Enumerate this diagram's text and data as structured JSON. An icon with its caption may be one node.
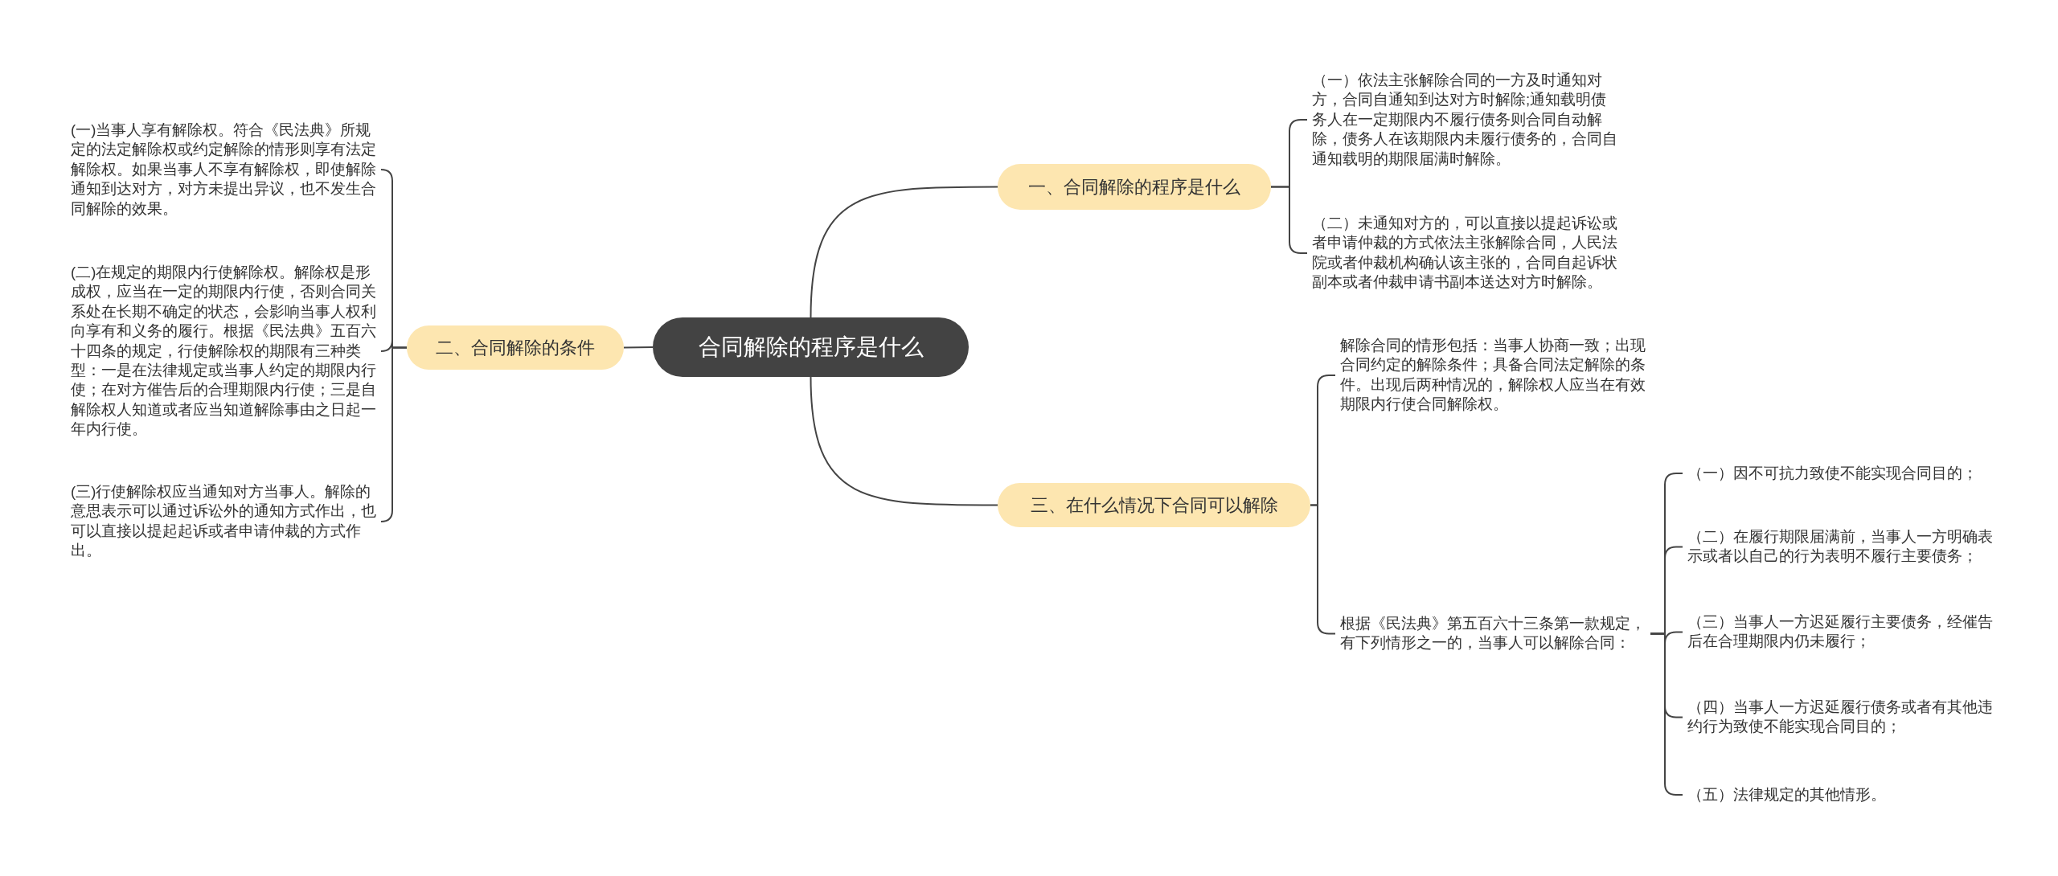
{
  "diagram": {
    "nodes": [
      {
        "text": [
          "合同解除的程序是什么"
        ]
      },
      {
        "text": [
          "一、合同解除的程序是什么"
        ]
      },
      {
        "text": [
          "（一）依法主张解除合同的一方及时通知对方，合同自通知到达对方时解除;通知载明债务人在一定期限内不履行债务则合同自动解除，债务人在该期限内未履行债务的，合同自通知载明的期限届满时解除。"
        ]
      },
      {
        "text": [
          "（二）未通知对方的，可以直接以提起诉讼或者申请仲裁的方式依法主张解除合同，人民法院或者仲裁机构确认该主张的，合同自起诉状副本或者仲裁申请书副本送达对方时解除。"
        ]
      },
      {
        "text": [
          "二、合同解除的条件"
        ]
      },
      {
        "text": [
          "(一)当事人享有解除权。符合《民法典》所规定的法定解除权或约定解除的情形则享有法定解除权。如果当事人不享有解除权，即使解除通知到达对方，对方未提出异议，也不发生合同解除的效果。"
        ]
      },
      {
        "text": [
          "(二)在规定的期限内行使解除权。解除权是形成权，应当在一定的期限内行使，否则合同关系处在长期不确定的状态，会影响当事人权利向享有和义务的履行。根据《民法典》五百六十四条的规定，行使解除权的期限有三种类型：一是在法律规定或当事人约定的期限内行使；在对方催告后的合理期限内行使；三是自解除权人知道或者应当知道解除事由之日起一年内行使。"
        ]
      },
      {
        "text": [
          "(三)行使解除权应当通知对方当事人。解除的意思表示可以通过诉讼外的通知方式作出，也可以直接以提起起诉或者申请仲裁的方式作出。"
        ]
      },
      {
        "text": [
          "三、在什么情况下合同可以解除"
        ]
      },
      {
        "text": [
          "解除合同的情形包括：当事人协商一致；出现合同约定的解除条件；具备合同法定解除的条件。出现后两种情况的，解除权人应当在有效期限内行使合同解除权。"
        ]
      },
      {
        "text": [
          "根据《民法典》第五百六十三条第一款规定，有下列情形之一的，当事人可以解除合同："
        ]
      },
      {
        "text": [
          "（一）因不可抗力致使不能实现合同目的；"
        ]
      },
      {
        "text": [
          "（二）在履行期限届满前，当事人一方明确表示或者以自己的行为表明不履行主要债务；"
        ]
      },
      {
        "text": [
          "（三）当事人一方迟延履行主要债务，经催告后在合理期限内仍未履行；"
        ]
      },
      {
        "text": [
          "（四）当事人一方迟延履行债务或者有其他违约行为致使不能实现合同目的；"
        ]
      },
      {
        "text": [
          "（五）法律规定的其他情形。"
        ]
      }
    ],
    "edges": [
      {
        "from": 0,
        "to": 1,
        "arrow": "none"
      },
      {
        "from": 1,
        "to": 2,
        "arrow": "none"
      },
      {
        "from": 1,
        "to": 3,
        "arrow": "none"
      },
      {
        "from": 0,
        "to": 4,
        "arrow": "none"
      },
      {
        "from": 4,
        "to": 5,
        "arrow": "none"
      },
      {
        "from": 4,
        "to": 6,
        "arrow": "none"
      },
      {
        "from": 4,
        "to": 7,
        "arrow": "none"
      },
      {
        "from": 0,
        "to": 8,
        "arrow": "none"
      },
      {
        "from": 8,
        "to": 9,
        "arrow": "none"
      },
      {
        "from": 8,
        "to": 10,
        "arrow": "none"
      },
      {
        "from": 10,
        "to": 11,
        "arrow": "none"
      },
      {
        "from": 10,
        "to": 12,
        "arrow": "none"
      },
      {
        "from": 10,
        "to": 13,
        "arrow": "none"
      },
      {
        "from": 10,
        "to": 14,
        "arrow": "none"
      },
      {
        "from": 10,
        "to": 15,
        "arrow": "none"
      }
    ]
  }
}
